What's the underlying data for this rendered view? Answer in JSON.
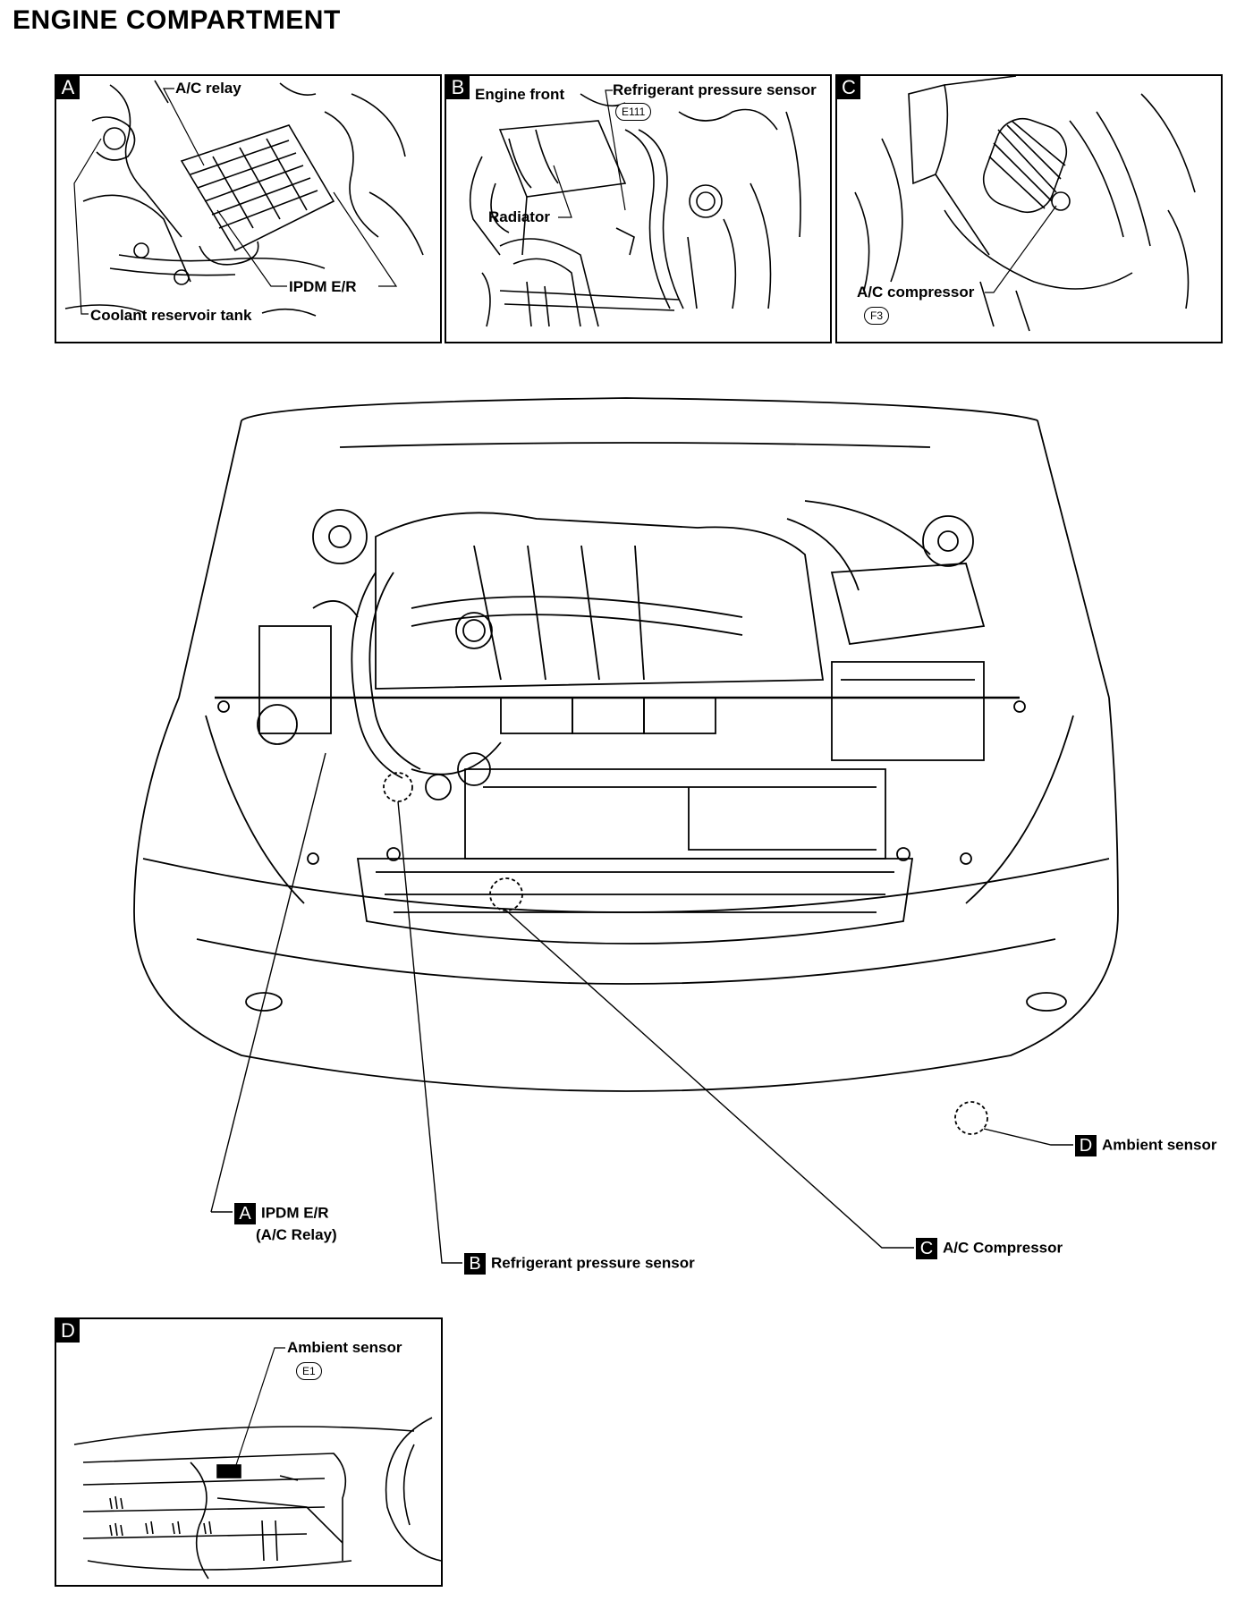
{
  "title": "ENGINE COMPARTMENT",
  "panels": {
    "a": {
      "letter": "A",
      "ac_relay": "A/C relay",
      "ipdm": "IPDM E/R",
      "coolant": "Coolant reservoir tank"
    },
    "b": {
      "letter": "B",
      "engine_front": "Engine front",
      "refrigerant": "Refrigerant pressure sensor",
      "connector": "E111",
      "radiator": "Radiator"
    },
    "c": {
      "letter": "C",
      "compressor": "A/C compressor",
      "connector": "F3"
    },
    "d": {
      "letter": "D",
      "ambient": "Ambient sensor",
      "connector": "E1"
    }
  },
  "main": {
    "callout_a": {
      "letter": "A",
      "line1": "IPDM E/R",
      "line2": "(A/C Relay)"
    },
    "callout_b": {
      "letter": "B",
      "text": "Refrigerant pressure sensor"
    },
    "callout_c": {
      "letter": "C",
      "text": "A/C Compressor"
    },
    "callout_d": {
      "letter": "D",
      "text": "Ambient sensor"
    }
  }
}
